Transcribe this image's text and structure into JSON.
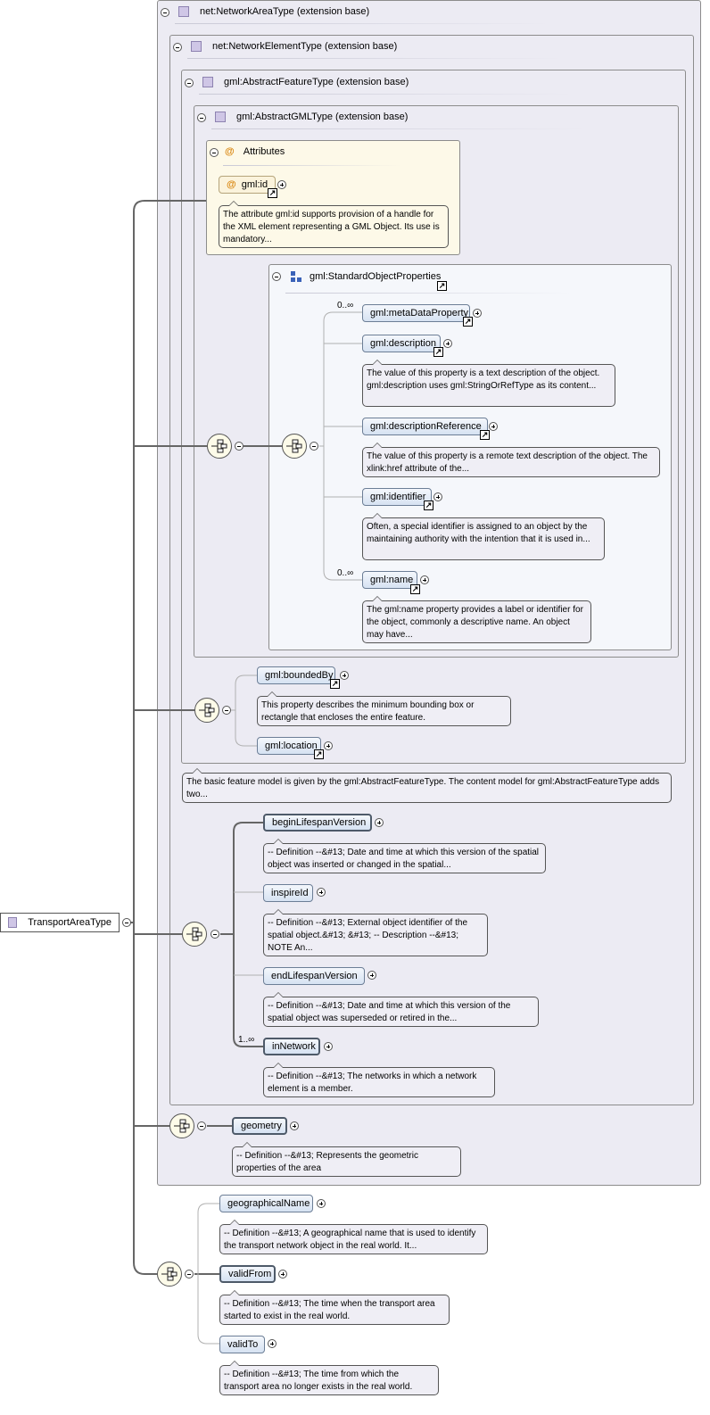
{
  "root": {
    "label": "TransportAreaType"
  },
  "extensions": [
    {
      "label": "net:NetworkAreaType (extension base)"
    },
    {
      "label": "net:NetworkElementType (extension base)"
    },
    {
      "label": "gml:AbstractFeatureType (extension base)"
    },
    {
      "label": "gml:AbstractGMLType (extension base)"
    }
  ],
  "attributes": {
    "title": "Attributes",
    "id": {
      "label": "gml:id",
      "doc": "The attribute gml:id supports provision of a handle for the XML element representing a GML Object. Its use is mandatory..."
    }
  },
  "standard_object_properties": {
    "title": "gml:StandardObjectProperties",
    "elements": [
      {
        "label": "gml:metaDataProperty",
        "occurs": "0..∞",
        "doc": ""
      },
      {
        "label": "gml:description",
        "occurs": "",
        "doc": "The value of this property is a text description of the object. gml:description uses gml:StringOrRefType as its content..."
      },
      {
        "label": "gml:descriptionReference",
        "occurs": "",
        "doc": "The value of this property is a remote text description of the object. The xlink:href attribute of the..."
      },
      {
        "label": "gml:identifier",
        "occurs": "",
        "doc": "Often, a special identifier is assigned to an object by the maintaining authority with the intention that it is used in..."
      },
      {
        "label": "gml:name",
        "occurs": "0..∞",
        "doc": "The gml:name property provides a label or identifier for the object, commonly a descriptive name. An object may have..."
      }
    ]
  },
  "feature_elements": [
    {
      "label": "gml:boundedBy",
      "doc": "This property describes the minimum bounding box or rectangle that encloses the entire feature."
    },
    {
      "label": "gml:location",
      "doc": ""
    }
  ],
  "feature_doc": "The basic feature model is given by the gml:AbstractFeatureType. The content model for gml:AbstractFeatureType adds two...",
  "network_element_elements": [
    {
      "label": "beginLifespanVersion",
      "occurs": "",
      "doc": "-- Definition --&#13; Date and time at which this version of the spatial object was inserted or changed in the spatial..."
    },
    {
      "label": "inspireId",
      "occurs": "",
      "doc": "-- Definition --&#13; External object identifier of the spatial object.&#13; &#13; -- Description --&#13; NOTE An..."
    },
    {
      "label": "endLifespanVersion",
      "occurs": "",
      "doc": "-- Definition --&#13; Date and time at which this version of the spatial object was superseded or retired in the..."
    },
    {
      "label": "inNetwork",
      "occurs": "1..∞",
      "doc": "-- Definition --&#13; The networks in which a network element is a member."
    }
  ],
  "network_area_elements": [
    {
      "label": "geometry",
      "doc": "-- Definition --&#13; Represents the geometric properties of the area"
    }
  ],
  "transport_area_elements": [
    {
      "label": "geographicalName",
      "doc": "-- Definition --&#13; A geographical name that is used to identify the transport network object in the real world. It..."
    },
    {
      "label": "validFrom",
      "doc": "-- Definition --&#13; The time when the transport area started to exist in the real world."
    },
    {
      "label": "validTo",
      "doc": "-- Definition --&#13; The time from which the transport area no longer exists in the real world."
    }
  ],
  "colors": {
    "frame": "#ecebf3",
    "attrs": "#fdf9e8",
    "element_top": "#f4f7fc",
    "element_bottom": "#d6e2f2",
    "doc": "#efeef5"
  },
  "icons": {
    "type": "complex-type-icon",
    "attribute": "attribute-at-icon",
    "group": "model-group-icon",
    "link": "link-arrow-icon",
    "sequence": "sequence-compositor-icon"
  }
}
